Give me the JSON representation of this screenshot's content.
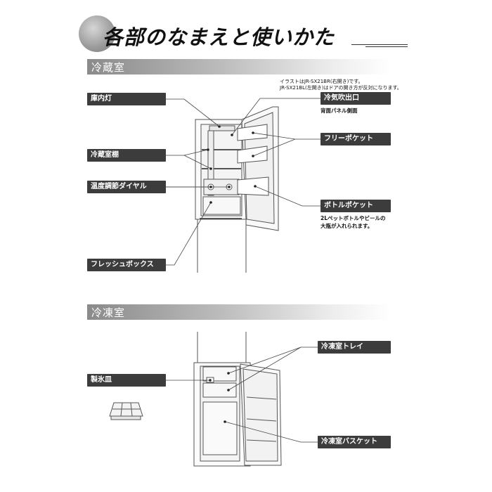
{
  "title": "各部のなまえと使いかた",
  "sections": {
    "fridge": {
      "label": "冷蔵室"
    },
    "freezer": {
      "label": "冷凍室"
    }
  },
  "note": {
    "line1": "イラストはJR-SX21BR(右開き)です。",
    "line2": "JR-SX21BL(左開き)はドアの開き方が反対になります。"
  },
  "fridge_parts": {
    "interior_light": "庫内灯",
    "shelf": "冷蔵室棚",
    "temp_dial": "温度調節ダイヤル",
    "fresh_box": "フレッシュボックス",
    "cold_air_outlet": "冷気吹出口",
    "cold_air_outlet_sub": "背面パネル側面",
    "free_pocket": "フリーポケット",
    "bottle_pocket": "ボトルポケット",
    "bottle_pocket_sub1": "2Lペットボトルやビールの",
    "bottle_pocket_sub2": "大瓶が入れられます。"
  },
  "freezer_parts": {
    "ice_tray": "製氷皿",
    "freezer_tray": "冷凍室トレイ",
    "freezer_basket": "冷凍室バスケット"
  },
  "colors": {
    "callout_bg": "#3c3c3c",
    "section_gradient_start": "#8a8a8a",
    "line": "#555555"
  }
}
